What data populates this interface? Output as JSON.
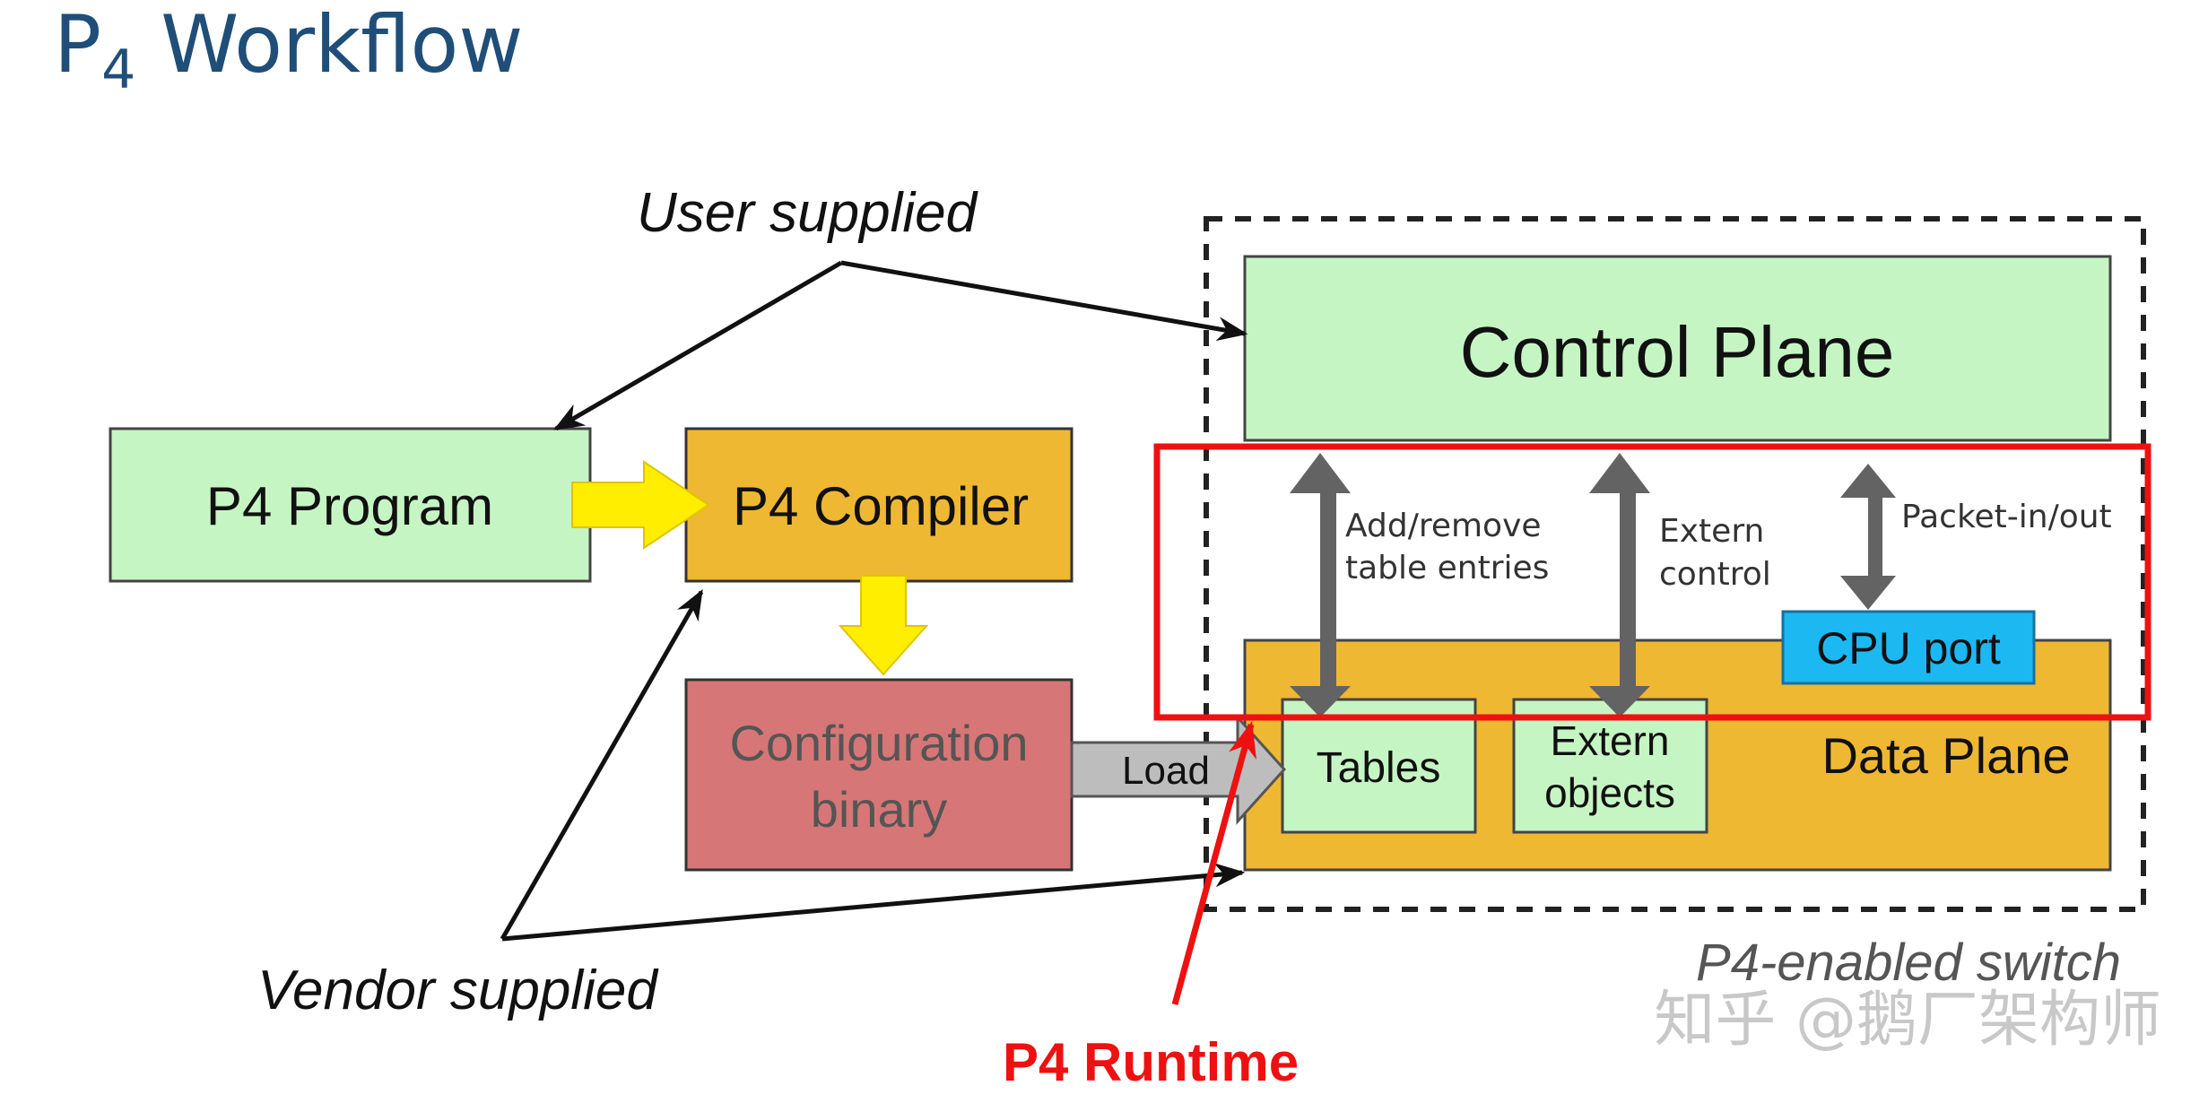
{
  "title": {
    "main": "P",
    "sub": "4",
    "rest": " Workflow"
  },
  "labels": {
    "user_supplied": "User supplied",
    "vendor_supplied": "Vendor supplied",
    "switch": "P4-enabled switch",
    "runtime": "P4 Runtime",
    "load": "Load",
    "add_remove_1": "Add/remove",
    "add_remove_2": "table entries",
    "extern_control_1": "Extern",
    "extern_control_2": "control",
    "packet_io": "Packet-in/out"
  },
  "boxes": {
    "p4_program": "P4 Program",
    "p4_compiler": "P4 Compiler",
    "config_1": "Configuration",
    "config_2": "binary",
    "control_plane": "Control Plane",
    "data_plane": "Data Plane",
    "cpu_port": "CPU port",
    "tables": "Tables",
    "extern_1": "Extern",
    "extern_2": "objects"
  },
  "watermark": "知乎 @鹅厂架构师",
  "colors": {
    "title": "#1f4e79",
    "light_green": "#c6f5c4",
    "orange": "#eeb832",
    "config_red": "#d77676",
    "cpu_blue": "#1cb8f2",
    "runtime_red": "#ee1111",
    "yellow_arrow": "#ffee00",
    "gray_arrow": "#636363",
    "load_gray": "#bdbdbd"
  }
}
